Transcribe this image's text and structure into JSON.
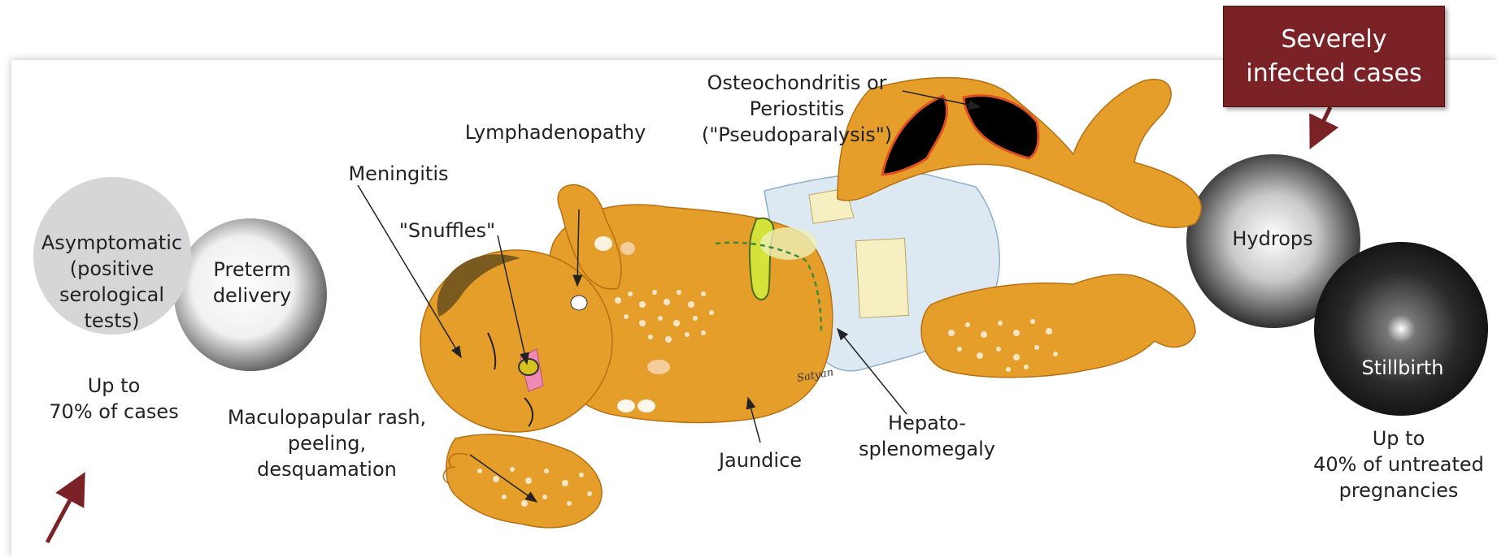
{
  "callout": {
    "text": "Severely\ninfected cases"
  },
  "circles": {
    "asymptomatic": "Asymptomatic\n(positive\nserological\ntests)",
    "preterm": "Preterm\ndelivery",
    "hydrops": "Hydrops",
    "stillbirth": "Stillbirth"
  },
  "stats": {
    "left": "Up to\n70% of cases",
    "right": "Up to\n40% of untreated\npregnancies"
  },
  "symptoms": {
    "osteochondritis": "Osteochondritis or\nPeriostitis\n(\"Pseudoparalysis\")",
    "lymphadenopathy": "Lymphadenopathy",
    "meningitis": "Meningitis",
    "snuffles": "\"Snuffles\"",
    "rash": "Maculopapular rash,\npeeling,\ndesquamation",
    "jaundice": "Jaundice",
    "hepato": "Hepato-\nsplenomegaly"
  },
  "signature": "Satyan",
  "colors": {
    "accent": "#7b2226",
    "skin": "#e59e2a"
  }
}
